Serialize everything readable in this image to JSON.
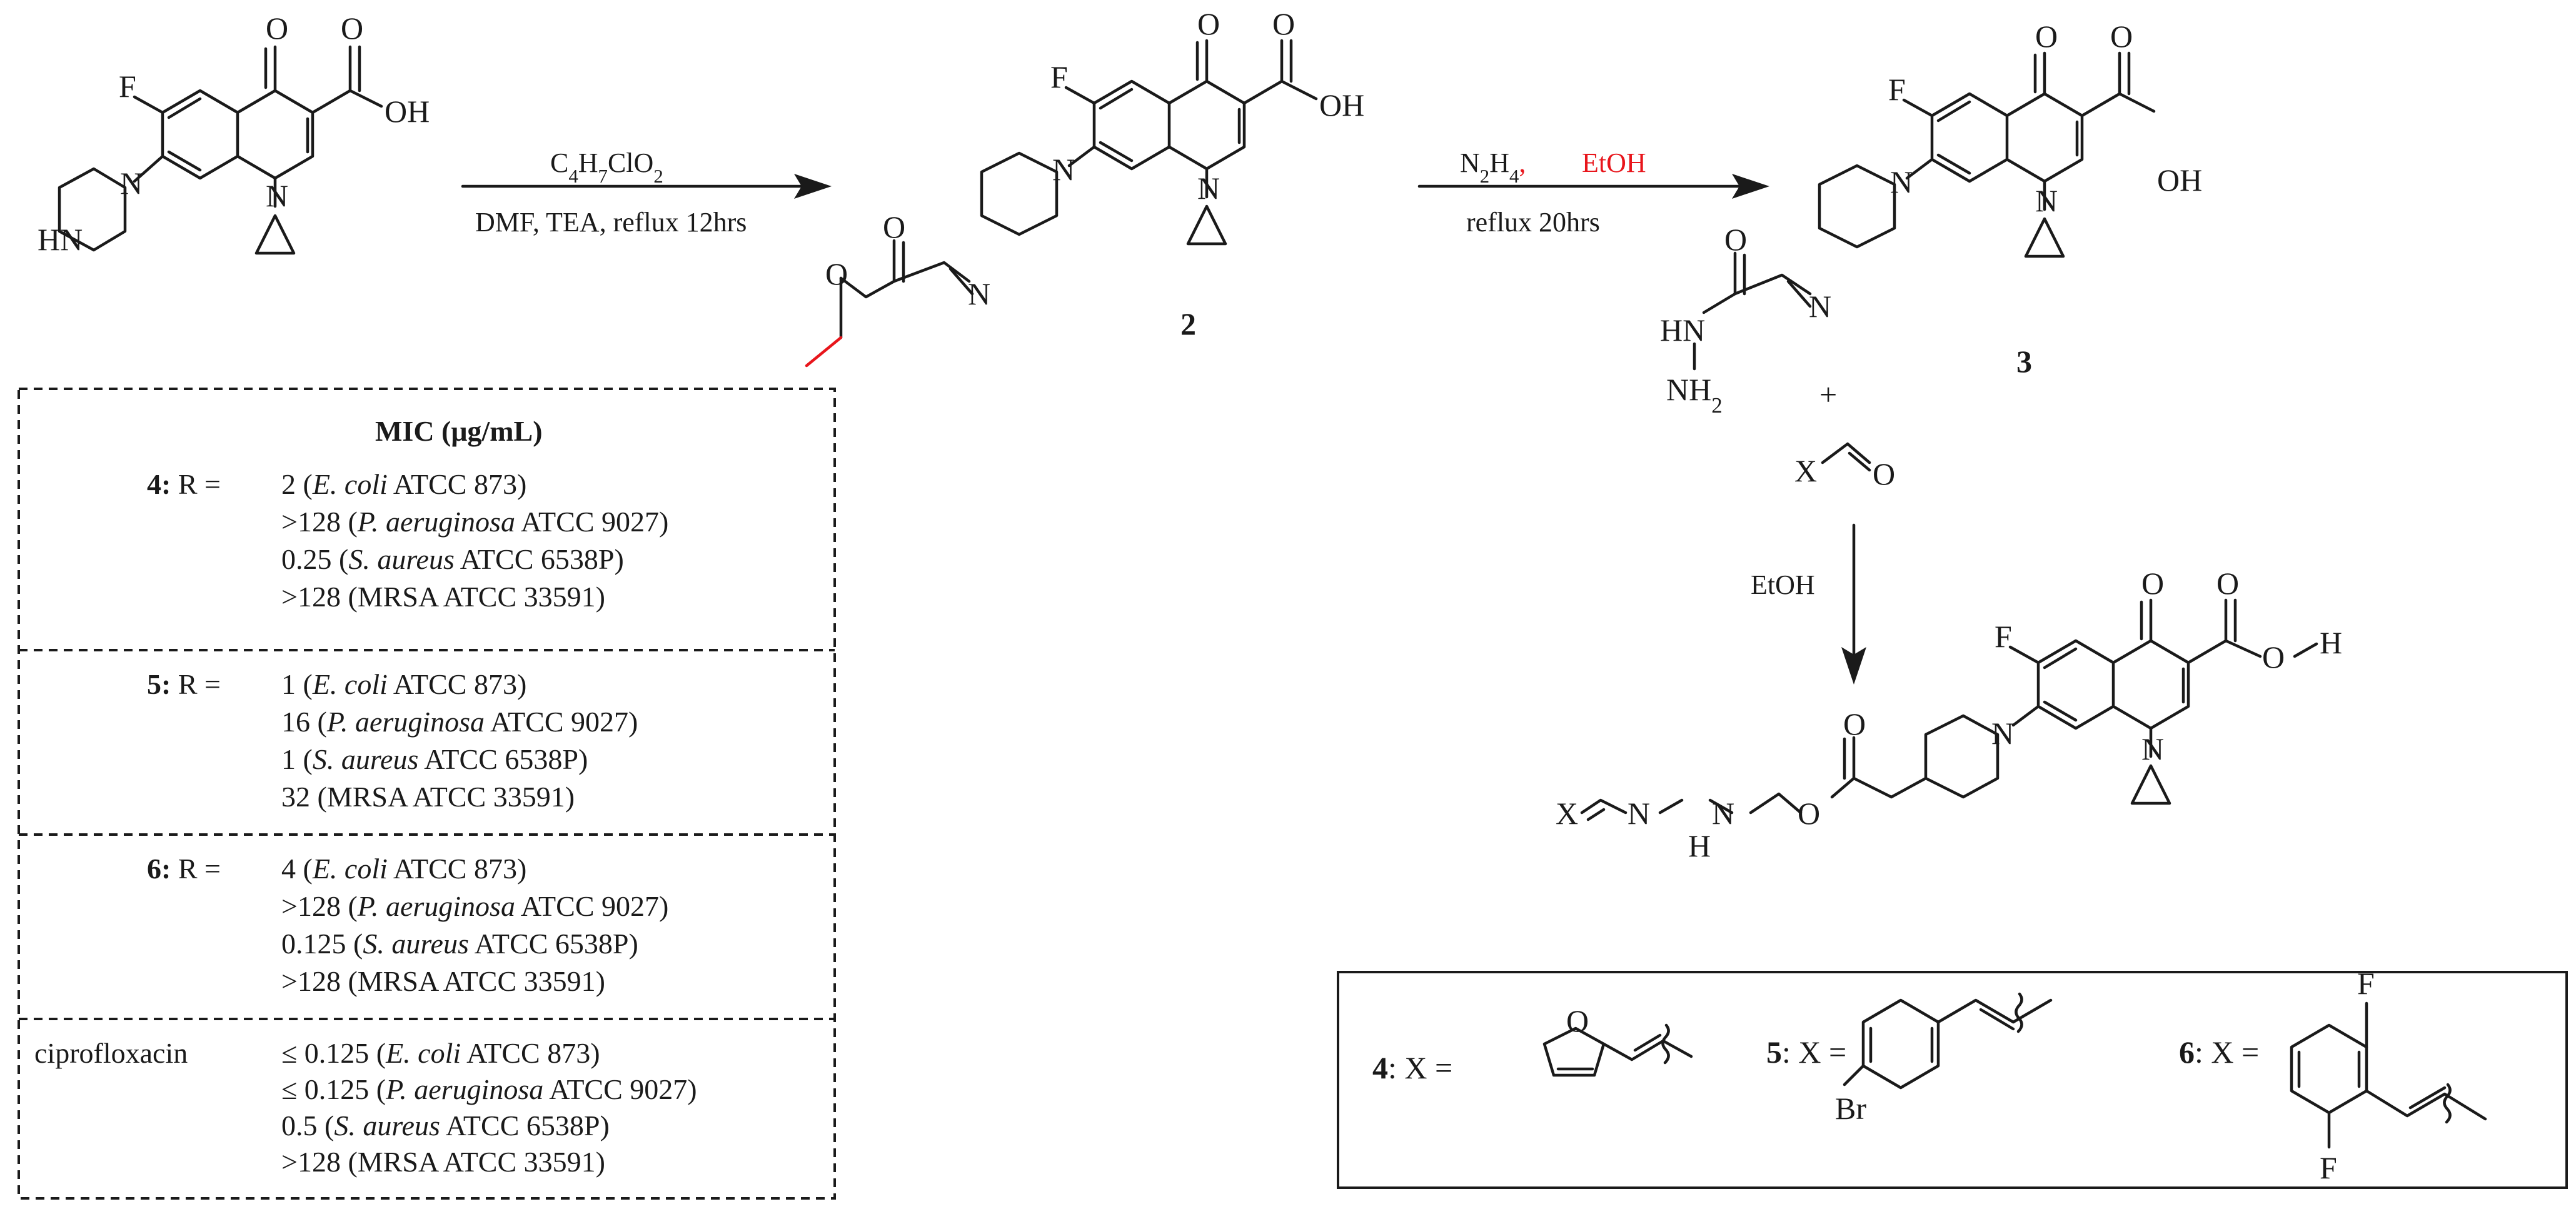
{
  "scheme": {
    "step1": {
      "reagent": "C4H7ClO2",
      "conditions": "DMF, TEA, reflux 12hrs"
    },
    "step2": {
      "reagent_a": "N2H4",
      "reagent_b": "EtOH",
      "conditions": "reflux 20hrs"
    },
    "step3": {
      "reagent": "EtOH"
    },
    "plus": "+",
    "compound_labels": {
      "c2": "2",
      "c3": "3"
    },
    "atoms": {
      "F": "F",
      "O": "O",
      "OH": "OH",
      "N": "N",
      "HN": "HN",
      "NH2": "NH2",
      "H": "H",
      "X": "X",
      "Br": "Br"
    }
  },
  "mic_table": {
    "title": "MIC (μg/mL)",
    "groups": [
      {
        "label": "4:",
        "label_suffix": " R =",
        "rows": [
          {
            "value": "2",
            "species": "E. coli",
            "strain": " ATCC 873)"
          },
          {
            "value": ">128",
            "species": "P. aeruginosa",
            "strain": " ATCC 9027)"
          },
          {
            "value": "0.25",
            "species": "S. aureus",
            "strain": " ATCC 6538P)"
          },
          {
            "value": ">128",
            "species": "",
            "strain": "(MRSA ATCC 33591)"
          }
        ]
      },
      {
        "label": "5:",
        "label_suffix": " R =",
        "rows": [
          {
            "value": "1",
            "species": "E. coli",
            "strain": " ATCC 873)"
          },
          {
            "value": "16",
            "species": "P. aeruginosa",
            "strain": " ATCC 9027)"
          },
          {
            "value": "1",
            "species": "S. aureus",
            "strain": " ATCC 6538P)"
          },
          {
            "value": "32",
            "species": "",
            "strain": "(MRSA ATCC 33591)"
          }
        ]
      },
      {
        "label": "6:",
        "label_suffix": " R =",
        "rows": [
          {
            "value": "4",
            "species": "E. coli",
            "strain": " ATCC 873)"
          },
          {
            "value": ">128",
            "species": "P. aeruginosa",
            "strain": " ATCC 9027)"
          },
          {
            "value": "0.125",
            "species": "S. aureus",
            "strain": " ATCC 6538P)"
          },
          {
            "value": ">128",
            "species": "",
            "strain": "(MRSA ATCC 33591)"
          }
        ]
      },
      {
        "label": "ciprofloxacin",
        "label_suffix": "",
        "rows": [
          {
            "value": "≤  0.125",
            "species": "E. coli",
            "strain": " ATCC 873)"
          },
          {
            "value": "≤  0.125",
            "species": "P. aeruginosa",
            "strain": " ATCC 9027)"
          },
          {
            "value": "0.5",
            "species": "S. aureus",
            "strain": " ATCC 6538P)"
          },
          {
            "value": ">128",
            "species": "",
            "strain": "(MRSA ATCC 33591)"
          }
        ]
      }
    ]
  },
  "x_legend": [
    {
      "num": "4",
      "text": ": X ="
    },
    {
      "num": "5",
      "text": ": X ="
    },
    {
      "num": "6",
      "text": ": X ="
    }
  ],
  "colors": {
    "ink": "#1a1a1a",
    "highlight": "#e8151b"
  }
}
